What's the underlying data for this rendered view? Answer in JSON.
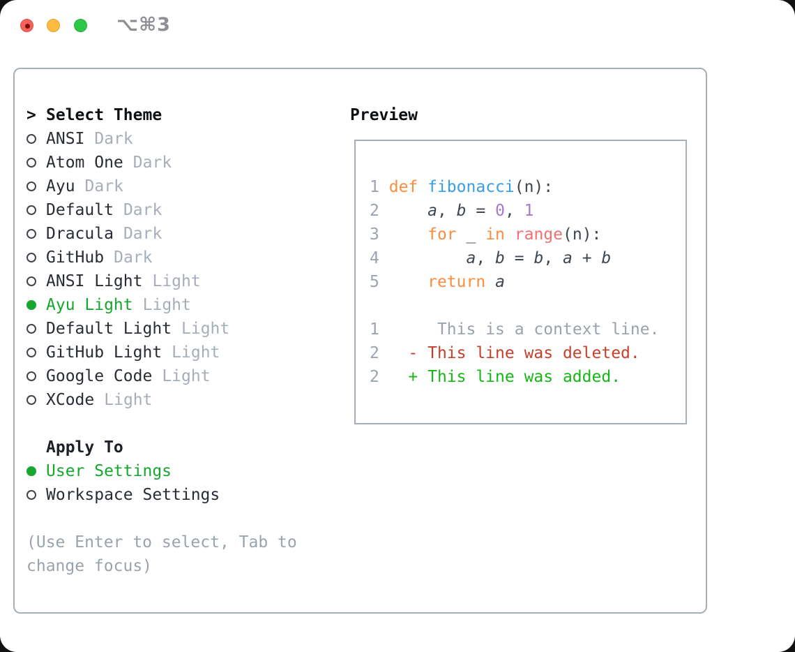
{
  "titlebar": {
    "shortcut": "⌥⌘3",
    "traffic_lights": [
      "close",
      "minimize",
      "zoom"
    ]
  },
  "theme_panel": {
    "prompt": ">",
    "title": "Select Theme",
    "themes": [
      {
        "name": "ANSI",
        "variant": "Dark",
        "selected": false
      },
      {
        "name": "Atom One",
        "variant": "Dark",
        "selected": false
      },
      {
        "name": "Ayu",
        "variant": "Dark",
        "selected": false
      },
      {
        "name": "Default",
        "variant": "Dark",
        "selected": false
      },
      {
        "name": "Dracula",
        "variant": "Dark",
        "selected": false
      },
      {
        "name": "GitHub",
        "variant": "Dark",
        "selected": false
      },
      {
        "name": "ANSI Light",
        "variant": "Light",
        "selected": false
      },
      {
        "name": "Ayu Light",
        "variant": "Light",
        "selected": true
      },
      {
        "name": "Default Light",
        "variant": "Light",
        "selected": false
      },
      {
        "name": "GitHub Light",
        "variant": "Light",
        "selected": false
      },
      {
        "name": "Google Code",
        "variant": "Light",
        "selected": false
      },
      {
        "name": "XCode",
        "variant": "Light",
        "selected": false
      }
    ],
    "apply_to": {
      "title": "Apply To",
      "options": [
        {
          "label": "User Settings",
          "selected": true
        },
        {
          "label": "Workspace Settings",
          "selected": false
        }
      ]
    },
    "hint": "(Use Enter to select, Tab to change focus)"
  },
  "preview": {
    "title": "Preview",
    "lines": [
      {
        "kind": "code",
        "tokens": [
          [
            "ln",
            "1"
          ],
          [
            "pl",
            " "
          ],
          [
            "kw",
            "def "
          ],
          [
            "fn",
            "fibonacci"
          ],
          [
            "pl",
            "(n):"
          ]
        ]
      },
      {
        "kind": "code",
        "tokens": [
          [
            "ln",
            "2"
          ],
          [
            "pl",
            "     "
          ],
          [
            "it",
            "a"
          ],
          [
            "pl",
            ", "
          ],
          [
            "it",
            "b"
          ],
          [
            "pl",
            " = "
          ],
          [
            "nm",
            "0"
          ],
          [
            "pl",
            ", "
          ],
          [
            "nm",
            "1"
          ]
        ]
      },
      {
        "kind": "code",
        "tokens": [
          [
            "ln",
            "3"
          ],
          [
            "pl",
            "     "
          ],
          [
            "kw",
            "for"
          ],
          [
            "pl",
            " _ "
          ],
          [
            "kw",
            "in"
          ],
          [
            "pl",
            " "
          ],
          [
            "mk",
            "range"
          ],
          [
            "pl",
            "(n):"
          ]
        ]
      },
      {
        "kind": "code",
        "tokens": [
          [
            "ln",
            "4"
          ],
          [
            "pl",
            "         "
          ],
          [
            "it",
            "a"
          ],
          [
            "pl",
            ", "
          ],
          [
            "it",
            "b"
          ],
          [
            "pl",
            " = "
          ],
          [
            "it",
            "b"
          ],
          [
            "pl",
            ", "
          ],
          [
            "it",
            "a"
          ],
          [
            "pl",
            " + "
          ],
          [
            "it",
            "b"
          ]
        ]
      },
      {
        "kind": "code",
        "tokens": [
          [
            "ln",
            "5"
          ],
          [
            "pl",
            "     "
          ],
          [
            "kw",
            "return"
          ],
          [
            "pl",
            " "
          ],
          [
            "it",
            "a"
          ]
        ]
      },
      {
        "kind": "blank",
        "tokens": []
      },
      {
        "kind": "diff-context",
        "tokens": [
          [
            "ln",
            "1"
          ],
          [
            "pl",
            "      "
          ],
          [
            "ctx",
            "This is a context line."
          ]
        ]
      },
      {
        "kind": "diff-deleted",
        "tokens": [
          [
            "ln",
            "2"
          ],
          [
            "pl",
            "   "
          ],
          [
            "del",
            "- This line was deleted."
          ]
        ]
      },
      {
        "kind": "diff-added",
        "tokens": [
          [
            "ln",
            "2"
          ],
          [
            "pl",
            "   "
          ],
          [
            "add",
            "+ This line was added."
          ]
        ]
      }
    ]
  },
  "colors": {
    "accent_green": "#15a72e",
    "diff_added": "#15b715",
    "diff_deleted": "#c5402b",
    "keyword_orange": "#fa8d3e",
    "function_blue": "#399ee6",
    "number_purple": "#a37acc",
    "callable_coral": "#f07171",
    "muted_gray": "#a6aeb9",
    "code_fg": "#3e4650",
    "line_number_gray": "#9aa3af",
    "context_gray": "#9aa3ad",
    "border_gray": "#a7aeb8",
    "traffic_red": "#f4625a",
    "traffic_yellow": "#fdbc40",
    "traffic_green": "#2ec748",
    "shortcut_gray": "#8e8f94"
  }
}
